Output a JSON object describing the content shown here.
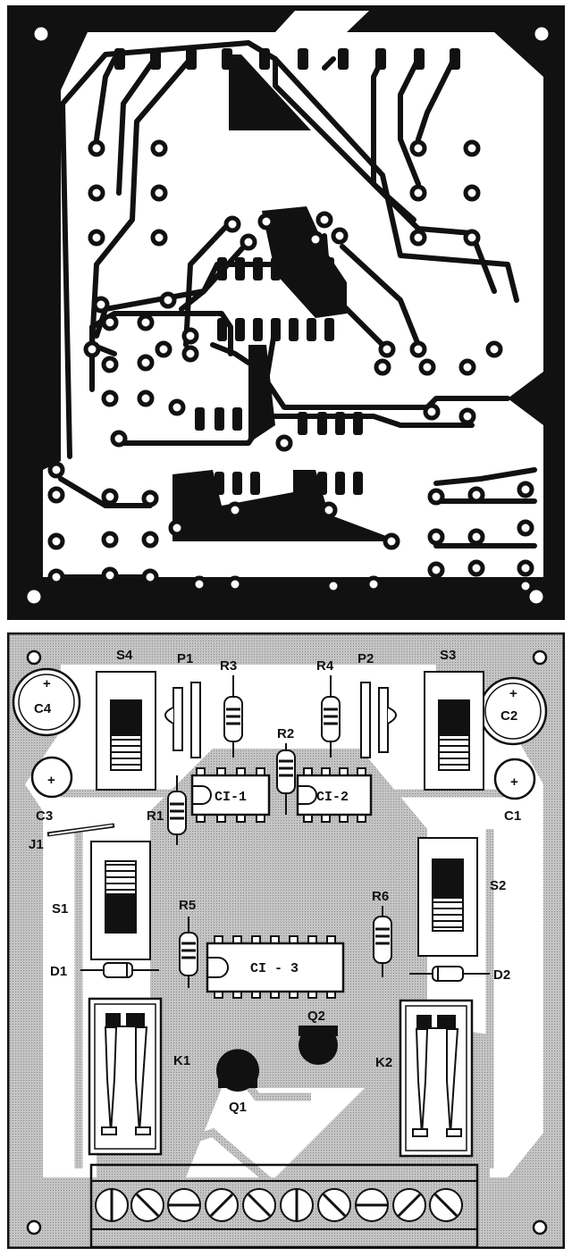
{
  "figure": {
    "top_panel": "copper-side-track-layout",
    "bottom_panel": "component-side-placement"
  },
  "colors": {
    "copper": "#111111",
    "board_bg": "#ffffff",
    "silk_ground": "#b9b9b9",
    "outline": "#111111"
  },
  "components": {
    "switches": [
      {
        "ref": "S4",
        "label": "S4"
      },
      {
        "ref": "S3",
        "label": "S3"
      },
      {
        "ref": "S1",
        "label": "S1"
      },
      {
        "ref": "S2",
        "label": "S2"
      }
    ],
    "pots": [
      {
        "ref": "P1",
        "label": "P1"
      },
      {
        "ref": "P2",
        "label": "P2"
      }
    ],
    "resistors": [
      {
        "ref": "R1",
        "label": "R1"
      },
      {
        "ref": "R2",
        "label": "R2"
      },
      {
        "ref": "R3",
        "label": "R3"
      },
      {
        "ref": "R4",
        "label": "R4"
      },
      {
        "ref": "R5",
        "label": "R5"
      },
      {
        "ref": "R6",
        "label": "R6"
      }
    ],
    "capacitors": [
      {
        "ref": "C1",
        "label": "C1",
        "polarity": "+"
      },
      {
        "ref": "C2",
        "label": "C2",
        "polarity": "+"
      },
      {
        "ref": "C3",
        "label": "C3",
        "polarity": "+"
      },
      {
        "ref": "C4",
        "label": "C4",
        "polarity": "+"
      }
    ],
    "ics": [
      {
        "ref": "CI-1",
        "label": "CI-1",
        "pins": 8
      },
      {
        "ref": "CI-2",
        "label": "CI-2",
        "pins": 8
      },
      {
        "ref": "CI-3",
        "label": "CI - 3",
        "pins": 14
      }
    ],
    "diodes": [
      {
        "ref": "D1",
        "label": "D1"
      },
      {
        "ref": "D2",
        "label": "D2"
      }
    ],
    "relays": [
      {
        "ref": "K1",
        "label": "K1"
      },
      {
        "ref": "K2",
        "label": "K2"
      }
    ],
    "transistors": [
      {
        "ref": "Q1",
        "label": "Q1"
      },
      {
        "ref": "Q2",
        "label": "Q2"
      }
    ],
    "jumpers": [
      {
        "ref": "J1",
        "label": "J1"
      }
    ],
    "terminal_block": {
      "ref": "terminal-strip",
      "screws": 10
    }
  }
}
